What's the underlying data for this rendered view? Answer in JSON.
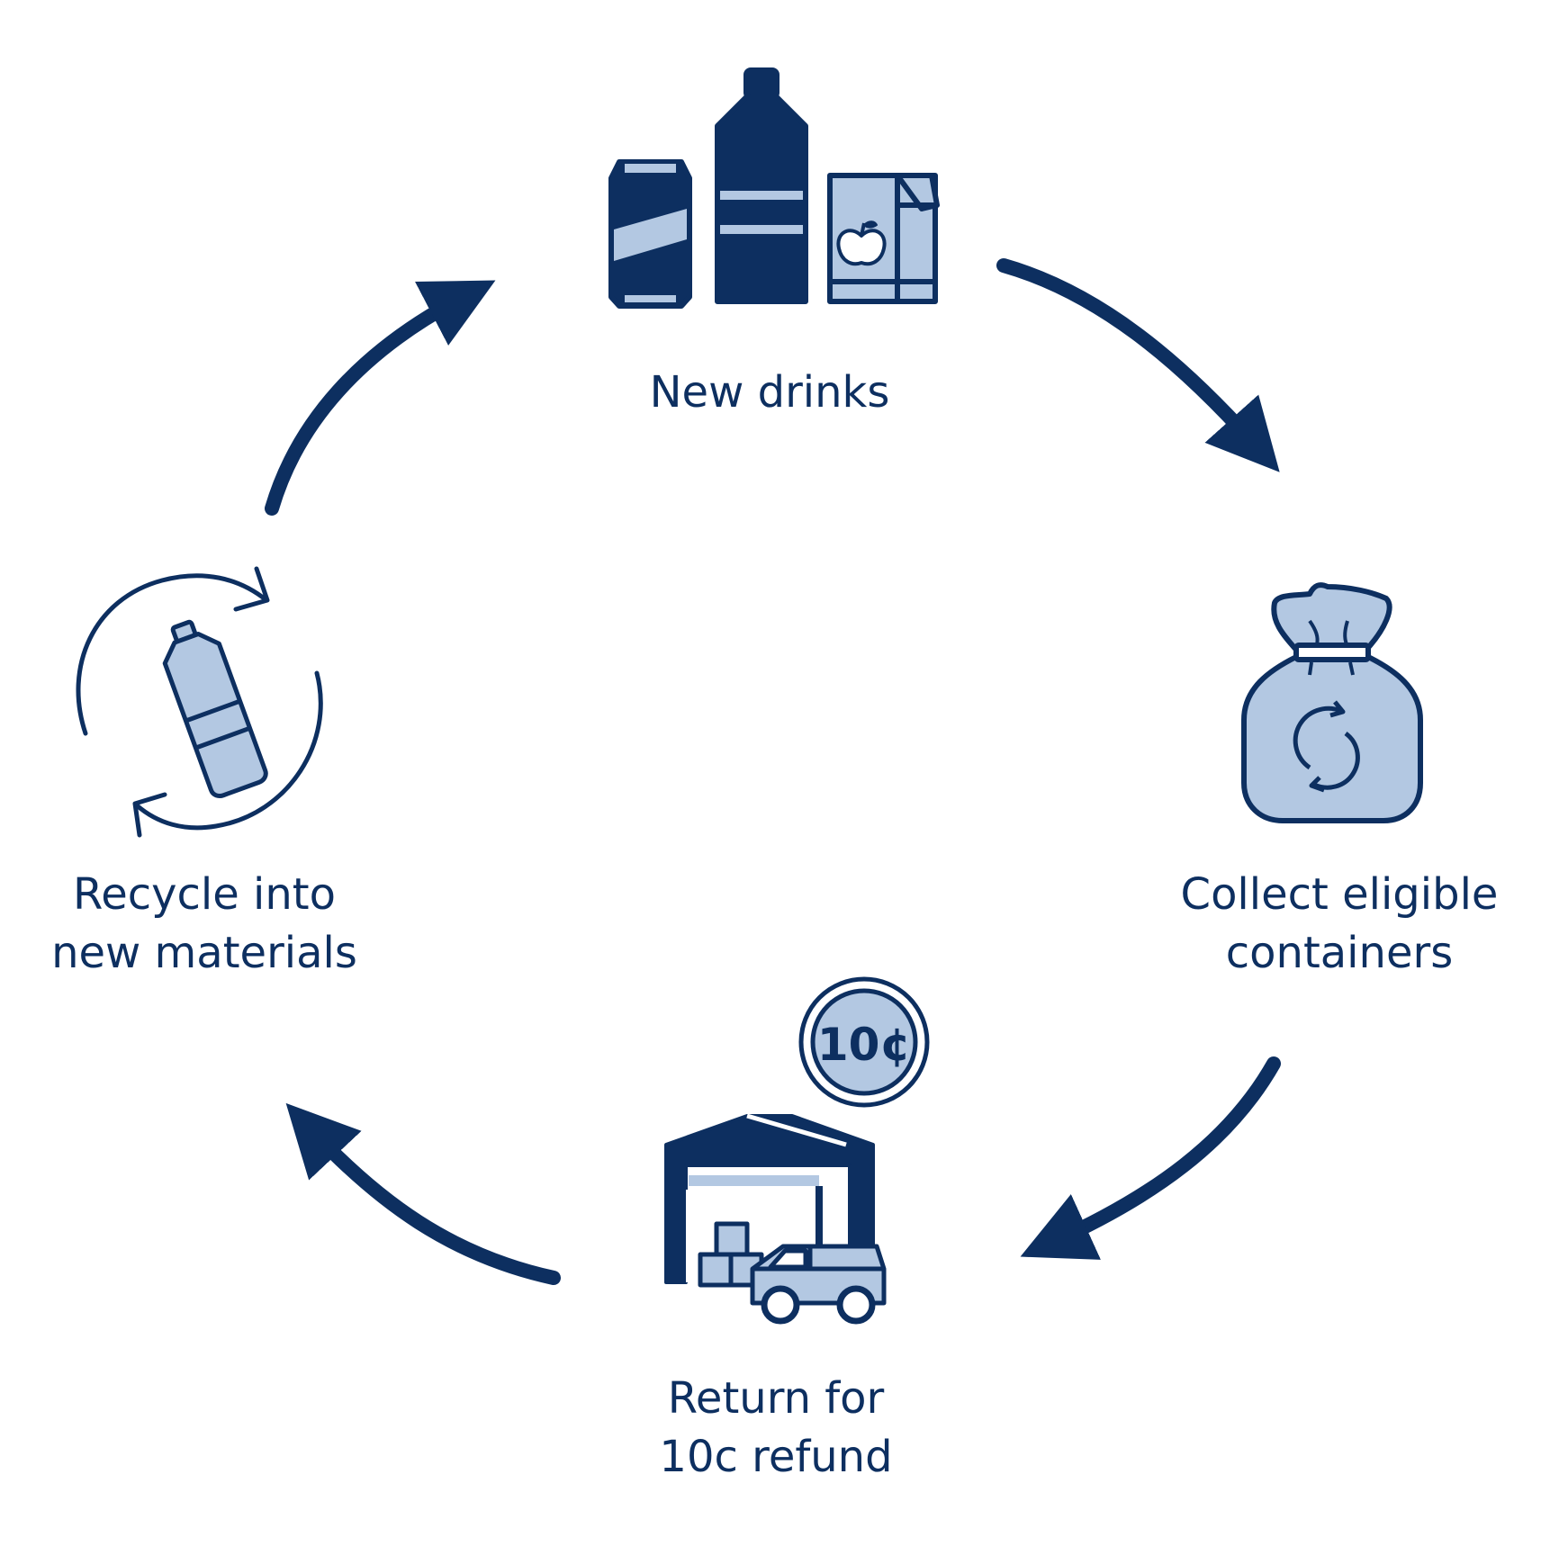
{
  "colors": {
    "dark": "#0d2f60",
    "light": "#b3c8e2",
    "background": "#ffffff"
  },
  "stages": [
    {
      "id": "new-drinks",
      "lines": [
        "New drinks"
      ],
      "icon": "drink-containers-icon"
    },
    {
      "id": "collect",
      "lines": [
        "Collect eligible",
        "containers"
      ],
      "icon": "recycling-bag-icon"
    },
    {
      "id": "return",
      "lines": [
        "Return for",
        "10c refund"
      ],
      "icon": "depot-truck-icon"
    },
    {
      "id": "recycle",
      "lines": [
        "Recycle into",
        "new materials"
      ],
      "icon": "recycling-bottle-icon"
    }
  ],
  "coin_label": "10¢",
  "flow": [
    "new-drinks",
    "collect",
    "return",
    "recycle"
  ]
}
